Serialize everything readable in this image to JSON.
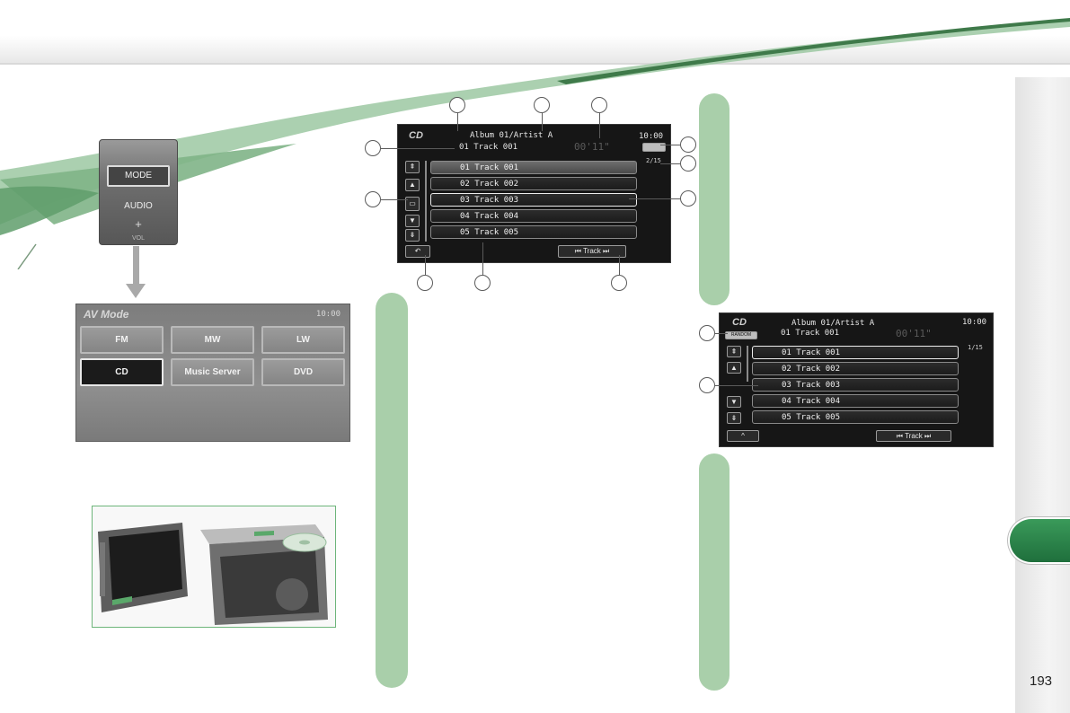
{
  "page": {
    "number": "193"
  },
  "colors": {
    "accent_green": "#a9cfaa",
    "tab_green": "#2b8048",
    "screen_bg": "#161616"
  },
  "mode_panel": {
    "mode_label": "MODE",
    "audio_label": "AUDIO",
    "plus_label": "+",
    "vol_label": "VOL"
  },
  "av_screen": {
    "title": "AV Mode",
    "clock": "10:00",
    "buttons": [
      "FM",
      "MW",
      "LW",
      "CD",
      "Music Server",
      "DVD"
    ],
    "selected": "CD"
  },
  "cd_screen_main": {
    "logo": "CD",
    "album_artist": "Album 01/Artist A",
    "current_track": "01 Track 001",
    "elapsed": "00'11\"",
    "clock": "10:00",
    "track_count": "2/15",
    "tracks": [
      "01  Track 001",
      "02  Track 002",
      "03  Track 003",
      "04  Track 004",
      "05  Track 005"
    ],
    "track_nav_label": "⏮ Track ⏭",
    "back_label": "↶"
  },
  "cd_screen_secondary": {
    "logo": "CD",
    "album_artist": "Album 01/Artist A",
    "current_track": "01 Track 001",
    "elapsed": "00'11\"",
    "clock": "10:00",
    "track_count": "1/15",
    "repeat_label": "RANDOM",
    "tracks": [
      "01  Track 001",
      "02  Track 002",
      "03  Track 003",
      "04  Track 004",
      "05  Track 005"
    ],
    "track_nav_label": "⏮ Track ⏭",
    "back_label": "^"
  }
}
